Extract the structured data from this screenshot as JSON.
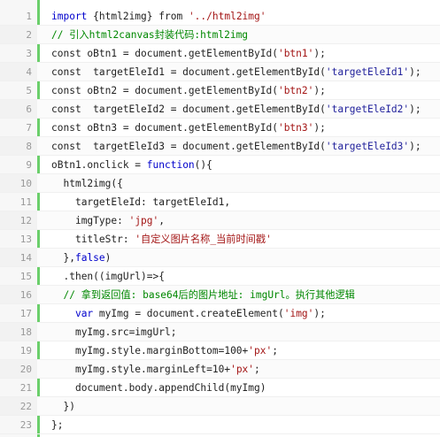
{
  "colors": {
    "keyword": "#0000cc",
    "string": "#a31515",
    "comment": "#008800",
    "gutter_accent": "#6bcf6b",
    "line_number": "#999999"
  },
  "lines": [
    {
      "n": "1",
      "indent": "",
      "tokens": [
        {
          "t": "kw",
          "v": "import"
        },
        {
          "t": "pl",
          "v": " {html2img} from "
        },
        {
          "t": "str",
          "v": "'../html2img'"
        }
      ]
    },
    {
      "n": "2",
      "indent": "",
      "tokens": [
        {
          "t": "cm",
          "v": "// 引入html2canvas封装代码:html2img"
        }
      ]
    },
    {
      "n": "3",
      "indent": "",
      "tokens": [
        {
          "t": "pl",
          "v": "const oBtn1 = document.getElementById("
        },
        {
          "t": "str",
          "v": "'btn1'"
        },
        {
          "t": "pl",
          "v": ");"
        }
      ]
    },
    {
      "n": "4",
      "indent": "",
      "tokens": [
        {
          "t": "pl",
          "v": "const  targetEleId1 = document.getElementById("
        },
        {
          "t": "str2",
          "v": "'targetEleId1'"
        },
        {
          "t": "pl",
          "v": ");"
        }
      ]
    },
    {
      "n": "5",
      "indent": "",
      "tokens": [
        {
          "t": "pl",
          "v": "const oBtn2 = document.getElementById("
        },
        {
          "t": "str",
          "v": "'btn2'"
        },
        {
          "t": "pl",
          "v": ");"
        }
      ]
    },
    {
      "n": "6",
      "indent": "",
      "tokens": [
        {
          "t": "pl",
          "v": "const  targetEleId2 = document.getElementById("
        },
        {
          "t": "str2",
          "v": "'targetEleId2'"
        },
        {
          "t": "pl",
          "v": ");"
        }
      ]
    },
    {
      "n": "7",
      "indent": "",
      "tokens": [
        {
          "t": "pl",
          "v": "const oBtn3 = document.getElementById("
        },
        {
          "t": "str",
          "v": "'btn3'"
        },
        {
          "t": "pl",
          "v": ");"
        }
      ]
    },
    {
      "n": "8",
      "indent": "",
      "tokens": [
        {
          "t": "pl",
          "v": "const  targetEleId3 = document.getElementById("
        },
        {
          "t": "str2",
          "v": "'targetEleId3'"
        },
        {
          "t": "pl",
          "v": ");"
        }
      ]
    },
    {
      "n": "9",
      "indent": "",
      "tokens": [
        {
          "t": "pl",
          "v": "oBtn1.onclick = "
        },
        {
          "t": "kw",
          "v": "function"
        },
        {
          "t": "pl",
          "v": "(){"
        }
      ]
    },
    {
      "n": "10",
      "indent": "  ",
      "tokens": [
        {
          "t": "pl",
          "v": "html2img({"
        }
      ]
    },
    {
      "n": "11",
      "indent": "    ",
      "tokens": [
        {
          "t": "pl",
          "v": "targetEleId: targetEleId1,"
        }
      ]
    },
    {
      "n": "12",
      "indent": "    ",
      "tokens": [
        {
          "t": "pl",
          "v": "imgType: "
        },
        {
          "t": "str",
          "v": "'jpg'"
        },
        {
          "t": "pl",
          "v": ","
        }
      ]
    },
    {
      "n": "13",
      "indent": "    ",
      "tokens": [
        {
          "t": "pl",
          "v": "titleStr: "
        },
        {
          "t": "str",
          "v": "'自定义图片名称_当前时间戳'"
        }
      ]
    },
    {
      "n": "14",
      "indent": "  ",
      "tokens": [
        {
          "t": "pl",
          "v": "},"
        },
        {
          "t": "kw",
          "v": "false"
        },
        {
          "t": "pl",
          "v": ")"
        }
      ]
    },
    {
      "n": "15",
      "indent": "  ",
      "tokens": [
        {
          "t": "pl",
          "v": ".then((imgUrl)=>{"
        }
      ]
    },
    {
      "n": "16",
      "indent": "  ",
      "tokens": [
        {
          "t": "cm",
          "v": "// 拿到返回值: base64后的图片地址: imgUrl。执行其他逻辑"
        }
      ]
    },
    {
      "n": "17",
      "indent": "    ",
      "tokens": [
        {
          "t": "kw",
          "v": "var"
        },
        {
          "t": "pl",
          "v": " myImg = document.createElement("
        },
        {
          "t": "str",
          "v": "'img'"
        },
        {
          "t": "pl",
          "v": ");"
        }
      ]
    },
    {
      "n": "18",
      "indent": "    ",
      "tokens": [
        {
          "t": "pl",
          "v": "myImg.src=imgUrl;"
        }
      ]
    },
    {
      "n": "19",
      "indent": "    ",
      "tokens": [
        {
          "t": "pl",
          "v": "myImg.style.marginBottom=100+"
        },
        {
          "t": "str",
          "v": "'px'"
        },
        {
          "t": "pl",
          "v": ";"
        }
      ]
    },
    {
      "n": "20",
      "indent": "    ",
      "tokens": [
        {
          "t": "pl",
          "v": "myImg.style.marginLeft=10+"
        },
        {
          "t": "str",
          "v": "'px'"
        },
        {
          "t": "pl",
          "v": ";"
        }
      ]
    },
    {
      "n": "21",
      "indent": "    ",
      "tokens": [
        {
          "t": "pl",
          "v": "document.body.appendChild(myImg)"
        }
      ]
    },
    {
      "n": "22",
      "indent": "  ",
      "tokens": [
        {
          "t": "pl",
          "v": "})"
        }
      ]
    },
    {
      "n": "23",
      "indent": "",
      "tokens": [
        {
          "t": "pl",
          "v": "};"
        }
      ]
    }
  ]
}
